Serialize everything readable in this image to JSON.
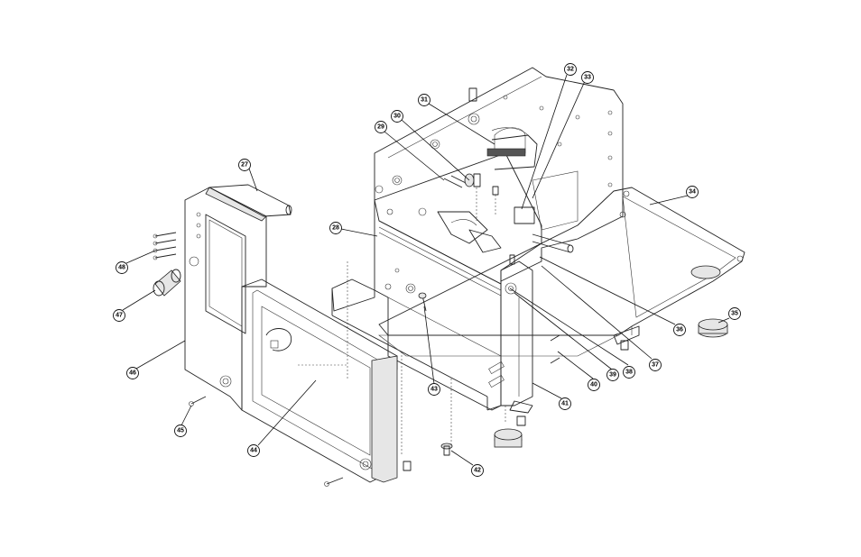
{
  "callouts": [
    {
      "id": "27",
      "label": "27"
    },
    {
      "id": "28",
      "label": "28"
    },
    {
      "id": "29",
      "label": "29"
    },
    {
      "id": "30",
      "label": "30"
    },
    {
      "id": "31",
      "label": "31"
    },
    {
      "id": "32",
      "label": "32"
    },
    {
      "id": "33",
      "label": "33"
    },
    {
      "id": "34",
      "label": "34"
    },
    {
      "id": "35",
      "label": "35"
    },
    {
      "id": "36",
      "label": "36"
    },
    {
      "id": "37",
      "label": "37"
    },
    {
      "id": "38",
      "label": "38"
    },
    {
      "id": "39",
      "label": "39"
    },
    {
      "id": "40",
      "label": "40"
    },
    {
      "id": "41",
      "label": "41"
    },
    {
      "id": "42",
      "label": "42"
    },
    {
      "id": "43",
      "label": "43"
    },
    {
      "id": "44",
      "label": "44"
    },
    {
      "id": "45",
      "label": "45"
    },
    {
      "id": "46",
      "label": "46"
    },
    {
      "id": "47",
      "label": "47"
    },
    {
      "id": "48",
      "label": "48"
    }
  ]
}
